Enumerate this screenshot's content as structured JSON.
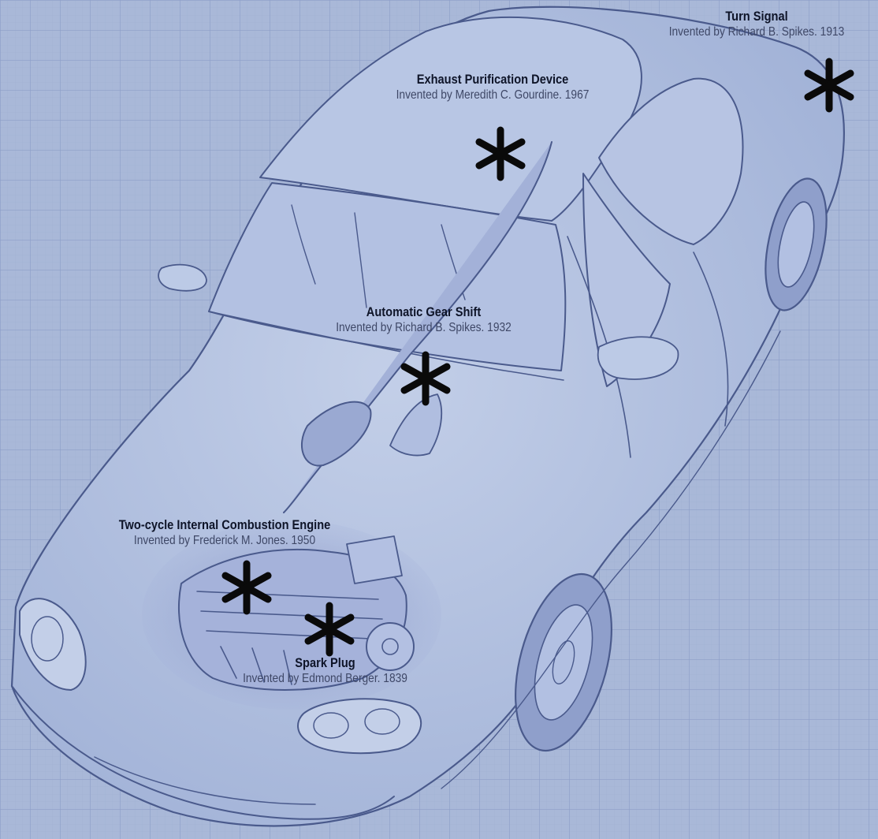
{
  "callouts": [
    {
      "id": "turn-signal",
      "title": "Turn Signal",
      "subtitle": "Invented by Richard B. Spikes. 1913"
    },
    {
      "id": "exhaust-purification-device",
      "title": "Exhaust Purification Device",
      "subtitle": "Invented by Meredith C. Gourdine. 1967"
    },
    {
      "id": "automatic-gear-shift",
      "title": "Automatic Gear Shift",
      "subtitle": "Invented by Richard B. Spikes. 1932"
    },
    {
      "id": "two-cycle-internal-combustion-engine",
      "title": "Two-cycle Internal Combustion Engine",
      "subtitle": "Invented by Frederick M. Jones. 1950"
    },
    {
      "id": "spark-plug",
      "title": "Spark Plug",
      "subtitle": "Invented by Edmond Berger. 1839"
    }
  ],
  "colors": {
    "paper": "#a9b8d8",
    "grid": "#8d9fc8",
    "pencil": "#4a5a8c",
    "marker": "#0a0a0a"
  }
}
